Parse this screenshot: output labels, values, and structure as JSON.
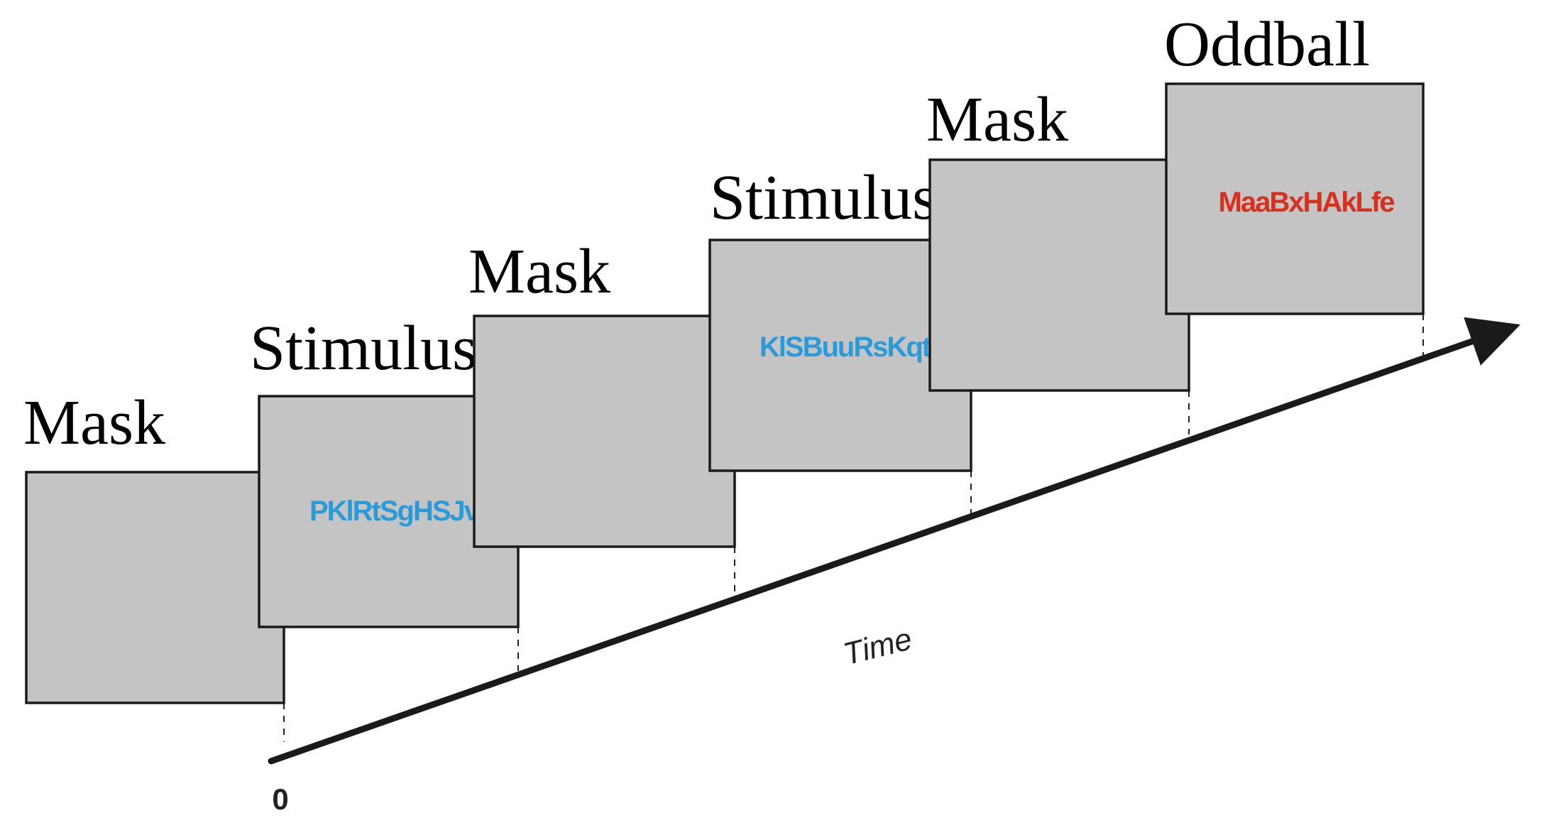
{
  "frames": [
    {
      "label": "Mask",
      "text": ""
    },
    {
      "label": "Stimulus",
      "text": "PKlRtSgHSJv",
      "text_color": "#2b9ad8"
    },
    {
      "label": "Mask",
      "text": ""
    },
    {
      "label": "Stimulus",
      "text": "KlSBuuRsKqt",
      "text_color": "#2b9ad8"
    },
    {
      "label": "Mask",
      "text": ""
    },
    {
      "label": "Oddball",
      "text": "MaaBxHAkLfe",
      "text_color": "#d8301c"
    }
  ],
  "time_axis": {
    "label": "Time",
    "origin_label": "0"
  },
  "colors": {
    "frame_fill": "#c4c4c4",
    "frame_border": "#1a1a1a",
    "arrow": "#1a1a1a"
  }
}
